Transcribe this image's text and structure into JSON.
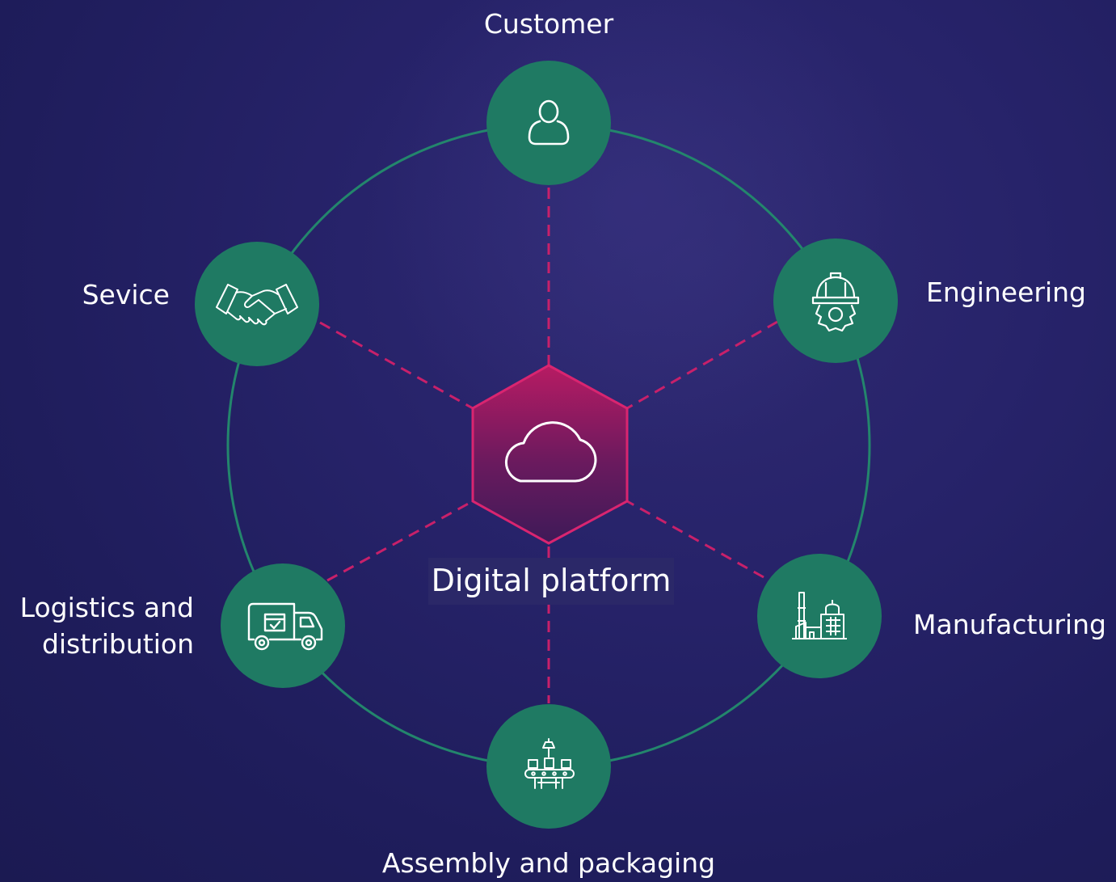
{
  "center": {
    "label": "Digital platform",
    "icon": "cloud-icon"
  },
  "nodes": [
    {
      "id": "customer",
      "label": "Customer",
      "icon": "user-icon"
    },
    {
      "id": "engineering",
      "label": "Engineering",
      "icon": "engineer-gear-icon"
    },
    {
      "id": "manufacturing",
      "label": "Manufacturing",
      "icon": "factory-icon"
    },
    {
      "id": "assembly",
      "label": "Assembly and packaging",
      "icon": "conveyor-robot-icon"
    },
    {
      "id": "logistics",
      "label_line1": "Logistics and",
      "label_line2": "distribution",
      "icon": "delivery-truck-icon"
    },
    {
      "id": "service",
      "label": "Sevice",
      "icon": "handshake-icon"
    }
  ],
  "colors": {
    "background": "#24215f",
    "node_fill": "#1f7a63",
    "ring": "#23866c",
    "dashed_connector": "#c8206a",
    "hexagon_top": "#b81a62",
    "hexagon_bottom": "#4a1858",
    "text": "#ffffff"
  }
}
